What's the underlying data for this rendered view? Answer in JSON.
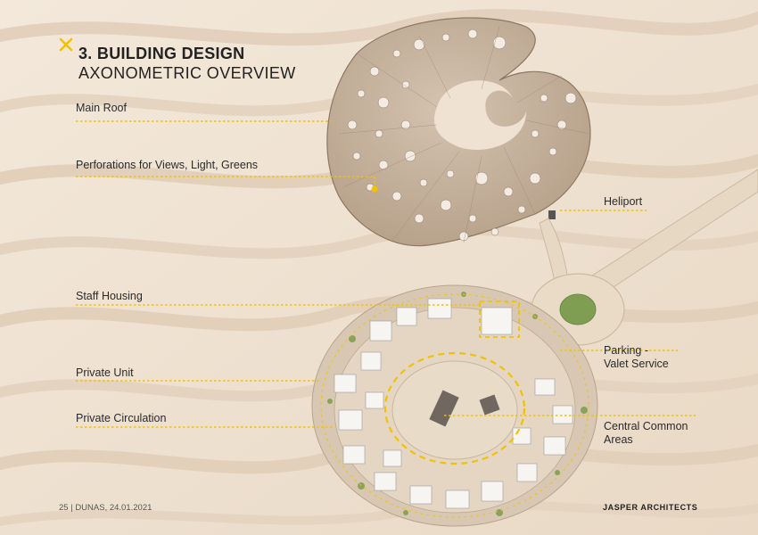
{
  "header": {
    "title": "3. BUILDING DESIGN",
    "subtitle": "AXONOMETRIC OVERVIEW"
  },
  "annotations": {
    "main_roof": "Main Roof",
    "perforations": "Perforations for Views, Light, Greens",
    "heliport": "Heliport",
    "staff_housing": "Staff Housing",
    "parking_line1": "Parking -",
    "parking_line2": "Valet Service",
    "private_unit": "Private Unit",
    "private_circulation": "Private Circulation",
    "central_common_line1": "Central Common",
    "central_common_line2": "Areas"
  },
  "footer": {
    "page_info": "25 | DUNAS, 24.01.2021",
    "company": "JASPER ARCHITECTS"
  },
  "colors": {
    "accent": "#f2c200",
    "sand": "#efe2d2",
    "roof": "#c8b5a0",
    "text": "#2a2a2a"
  },
  "icons": {
    "title_mark": "x-mark-icon"
  }
}
